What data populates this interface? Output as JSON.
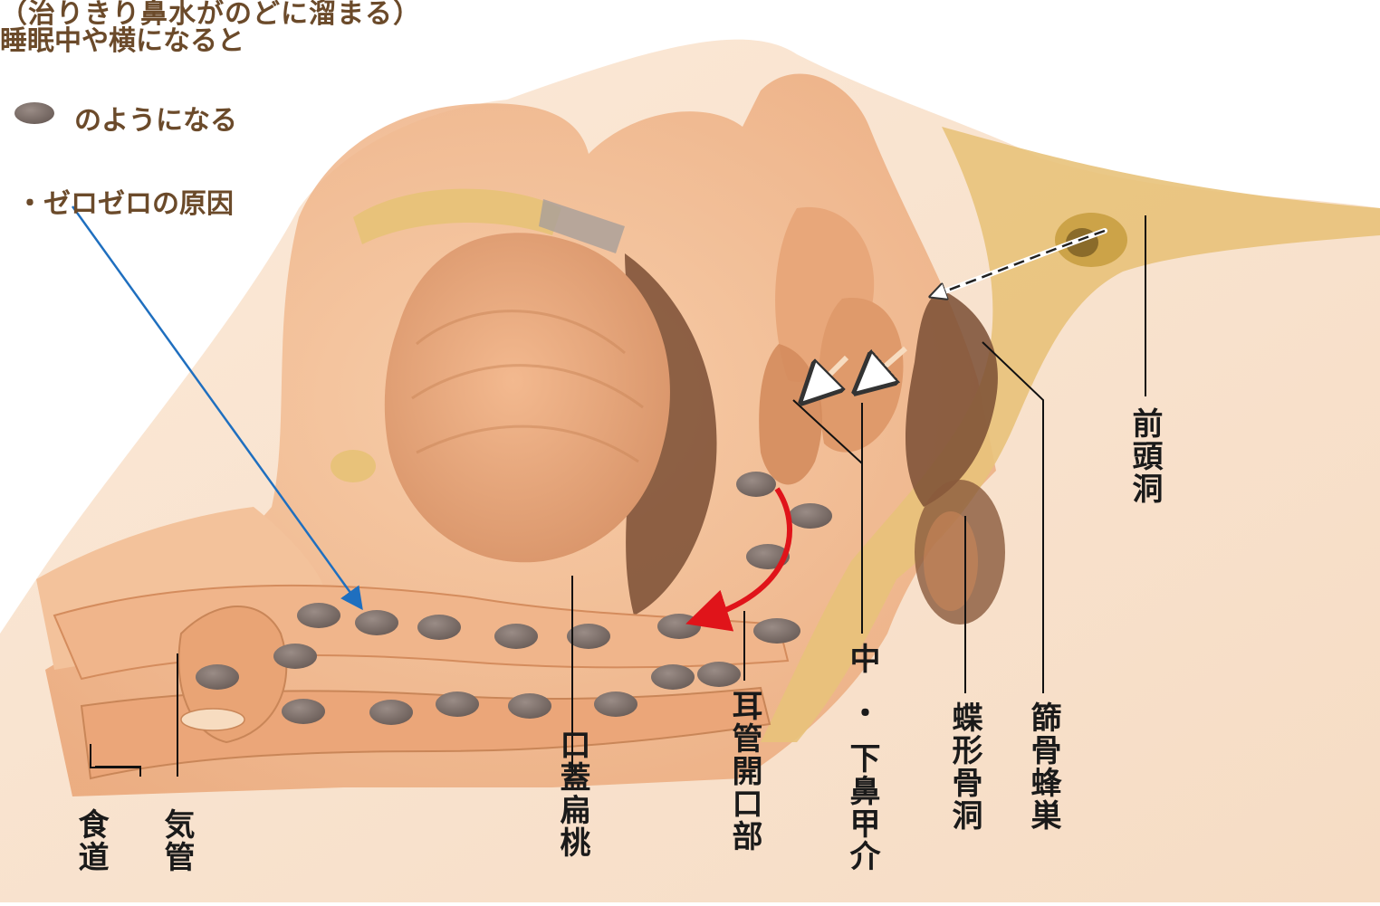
{
  "notes": {
    "line1": "（治りきり鼻水がのどに溜まる）",
    "line2": "睡眠中や横になると",
    "line3": "のようになる",
    "line4": "・ゼロゼロの原因"
  },
  "labels": {
    "frontal_sinus": "前頭洞",
    "ethmoid_cells": "篩骨蜂巣",
    "sphenoid_sinus": "蝶形骨洞",
    "turbinate_mid": "中",
    "turbinate_dot": "・",
    "turbinate_rest": "下鼻甲介",
    "eustachian_opening": "耳管開口部",
    "palatine_tonsil": "口蓋扁桃",
    "trachea": "気管",
    "esophagus": "食道"
  },
  "colors": {
    "tissue": "#f2b487",
    "tissue_dark": "#c98658",
    "bone": "#e8c27a",
    "cavity": "#7a4d34",
    "mucus": "#7d6f69",
    "pointer_arrow": "#1f6fbf",
    "flow_arrow": "#e0141a",
    "text": "#1a1a1a",
    "note_text": "#6b4a2a"
  }
}
